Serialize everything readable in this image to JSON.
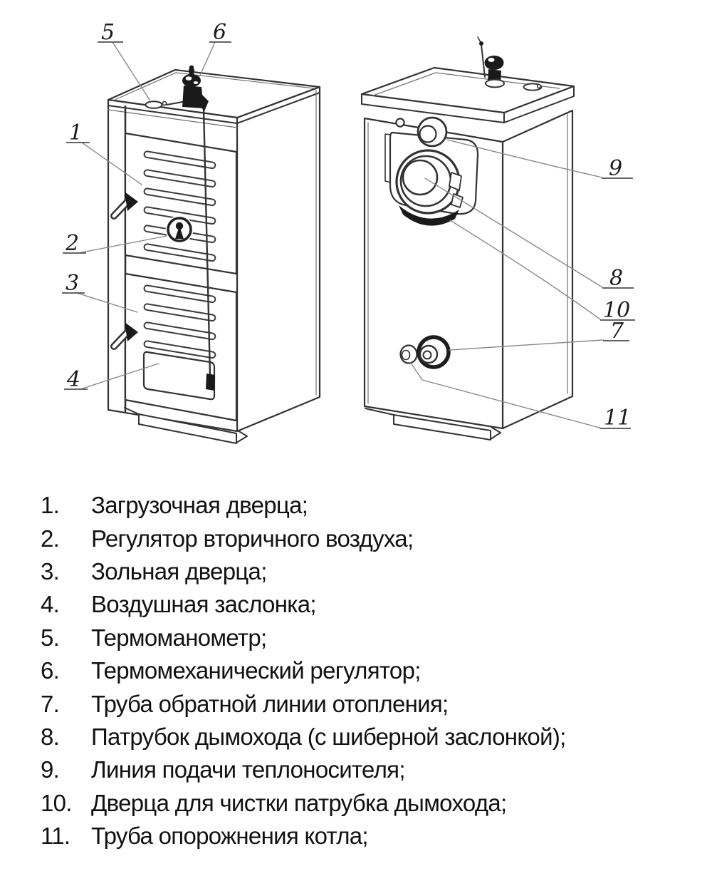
{
  "colors": {
    "background": "#ffffff",
    "line": "#333333",
    "leader": "#8a8a8a",
    "text": "#121212"
  },
  "diagram": {
    "callouts": [
      {
        "n": "5"
      },
      {
        "n": "6"
      },
      {
        "n": "1"
      },
      {
        "n": "2"
      },
      {
        "n": "3"
      },
      {
        "n": "4"
      },
      {
        "n": "9"
      },
      {
        "n": "8"
      },
      {
        "n": "10"
      },
      {
        "n": "7"
      },
      {
        "n": "11"
      }
    ]
  },
  "legend": {
    "items": [
      {
        "num": "1.",
        "label": "Загрузочная дверца;"
      },
      {
        "num": "2.",
        "label": "Регулятор вторичного воздуха;"
      },
      {
        "num": "3.",
        "label": "Зольная дверца;"
      },
      {
        "num": "4.",
        "label": "Воздушная заслонка;"
      },
      {
        "num": "5.",
        "label": "Термоманометр;"
      },
      {
        "num": "6.",
        "label": "Термомеханический регулятор;"
      },
      {
        "num": "7.",
        "label": "Труба обратной линии отопления;"
      },
      {
        "num": "8.",
        "label": "Патрубок дымохода (с шиберной заслонкой);"
      },
      {
        "num": "9.",
        "label": "Линия подачи теплоносителя;"
      },
      {
        "num": "10.",
        "label": "Дверца для чистки патрубка дымохода;"
      },
      {
        "num": "11.",
        "label": "Труба опорожнения котла;"
      }
    ]
  }
}
